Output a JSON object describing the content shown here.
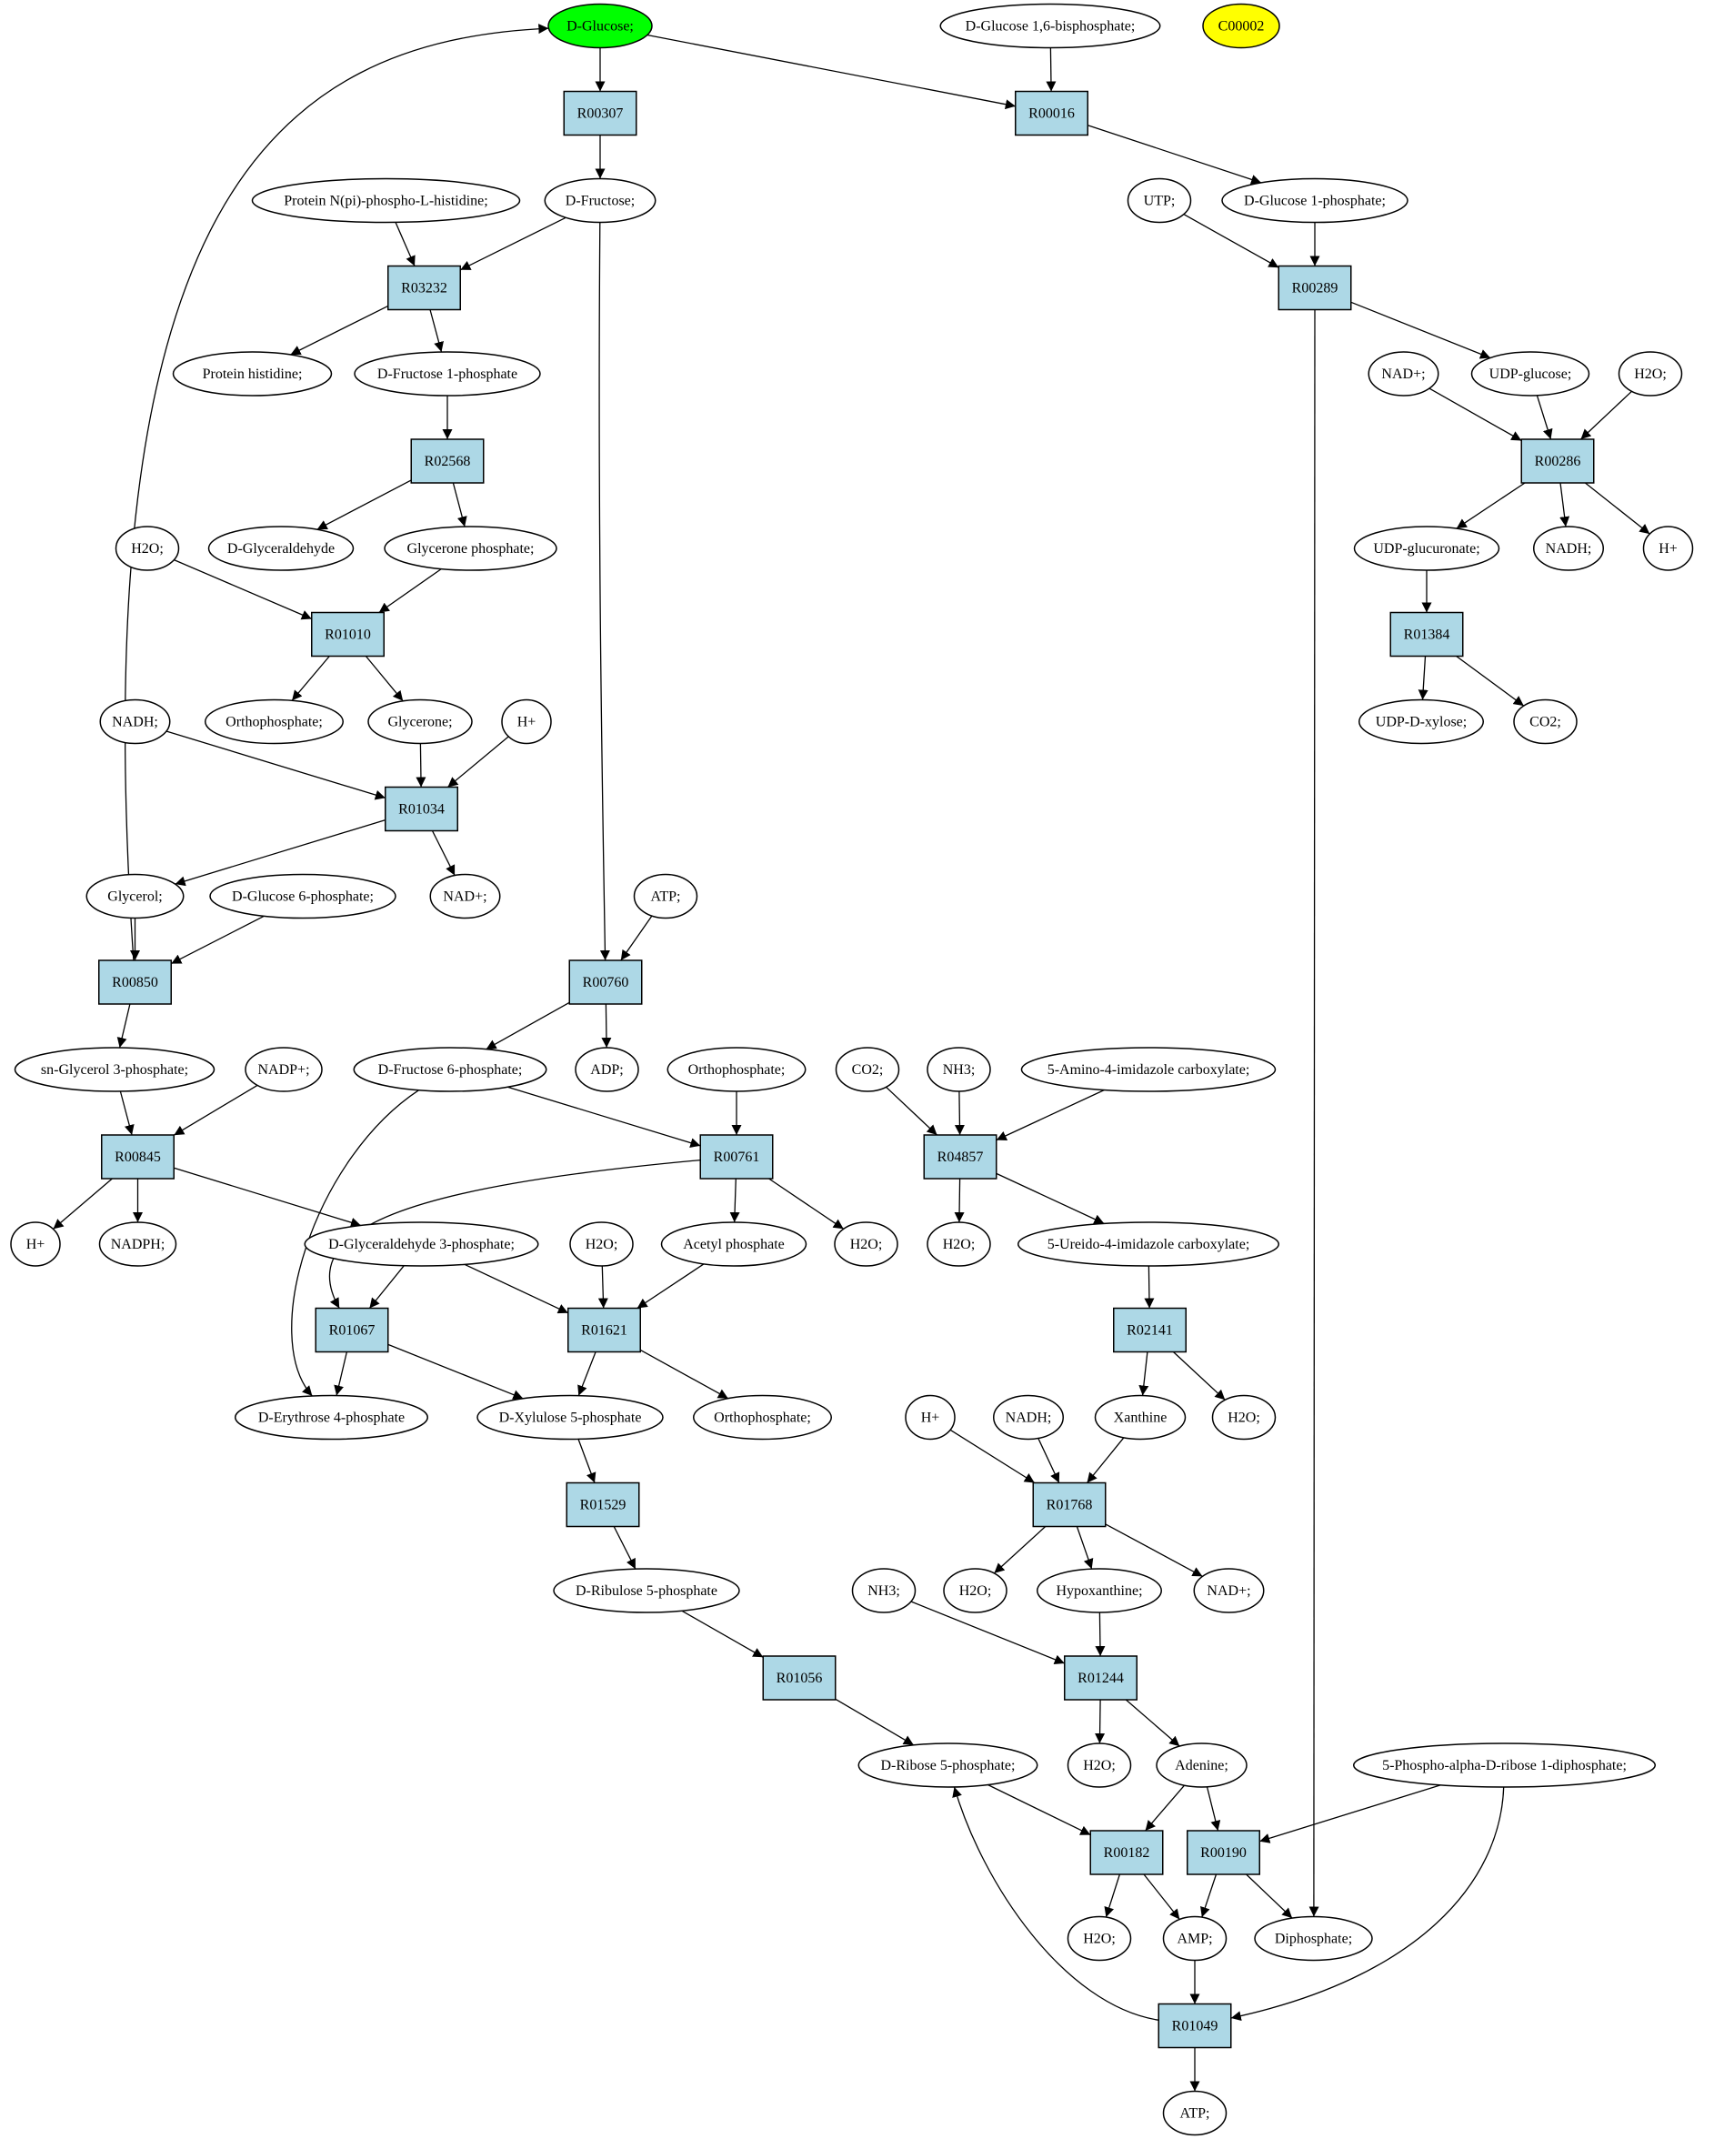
{
  "colors": {
    "source_fill": "#00ff00",
    "compound_fill": "#ffff00",
    "reaction_fill": "#add8e6",
    "metabolite_fill": "#ffffff",
    "stroke": "#000000"
  },
  "nodes": {
    "glc": {
      "label": "D-Glucose;",
      "kind": "metabolite",
      "style": "source"
    },
    "g16bp": {
      "label": "D-Glucose 1,6-bisphosphate;",
      "kind": "metabolite"
    },
    "c00002": {
      "label": "C00002",
      "kind": "metabolite",
      "style": "compound"
    },
    "r00307": {
      "label": "R00307",
      "kind": "reaction"
    },
    "r00016": {
      "label": "R00016",
      "kind": "reaction"
    },
    "fru": {
      "label": "D-Fructose;",
      "kind": "metabolite"
    },
    "protNph": {
      "label": "Protein N(pi)-phospho-L-histidine;",
      "kind": "metabolite"
    },
    "utp": {
      "label": "UTP;",
      "kind": "metabolite"
    },
    "g1p": {
      "label": "D-Glucose 1-phosphate;",
      "kind": "metabolite"
    },
    "r03232": {
      "label": "R03232",
      "kind": "reaction"
    },
    "r00289": {
      "label": "R00289",
      "kind": "reaction"
    },
    "prothis": {
      "label": "Protein histidine;",
      "kind": "metabolite"
    },
    "f1p": {
      "label": "D-Fructose 1-phosphate",
      "kind": "metabolite"
    },
    "nad_a": {
      "label": "NAD+;",
      "kind": "metabolite"
    },
    "udpglc": {
      "label": "UDP-glucose;",
      "kind": "metabolite"
    },
    "h2o_a": {
      "label": "H2O;",
      "kind": "metabolite"
    },
    "r02568": {
      "label": "R02568",
      "kind": "reaction"
    },
    "r00286": {
      "label": "R00286",
      "kind": "reaction"
    },
    "h2o_b": {
      "label": "H2O;",
      "kind": "metabolite"
    },
    "dglyald": {
      "label": "D-Glyceraldehyde",
      "kind": "metabolite"
    },
    "glycp": {
      "label": "Glycerone phosphate;",
      "kind": "metabolite"
    },
    "udpglcu": {
      "label": "UDP-glucuronate;",
      "kind": "metabolite"
    },
    "nadh_a": {
      "label": "NADH;",
      "kind": "metabolite"
    },
    "h_a": {
      "label": "H+",
      "kind": "metabolite"
    },
    "r01010": {
      "label": "R01010",
      "kind": "reaction"
    },
    "r01384": {
      "label": "R01384",
      "kind": "reaction"
    },
    "nadh_b": {
      "label": "NADH;",
      "kind": "metabolite"
    },
    "pi_a": {
      "label": "Orthophosphate;",
      "kind": "metabolite"
    },
    "glycerone": {
      "label": "Glycerone;",
      "kind": "metabolite"
    },
    "h_b": {
      "label": "H+",
      "kind": "metabolite"
    },
    "udpxyl": {
      "label": "UDP-D-xylose;",
      "kind": "metabolite"
    },
    "co2_a": {
      "label": "CO2;",
      "kind": "metabolite"
    },
    "r01034": {
      "label": "R01034",
      "kind": "reaction"
    },
    "glycerol": {
      "label": "Glycerol;",
      "kind": "metabolite"
    },
    "g6p": {
      "label": "D-Glucose 6-phosphate;",
      "kind": "metabolite"
    },
    "nad_b": {
      "label": "NAD+;",
      "kind": "metabolite"
    },
    "atp_a": {
      "label": "ATP;",
      "kind": "metabolite"
    },
    "r00850": {
      "label": "R00850",
      "kind": "reaction"
    },
    "r00760": {
      "label": "R00760",
      "kind": "reaction"
    },
    "g3p": {
      "label": "sn-Glycerol 3-phosphate;",
      "kind": "metabolite"
    },
    "nadp": {
      "label": "NADP+;",
      "kind": "metabolite"
    },
    "f6p": {
      "label": "D-Fructose 6-phosphate;",
      "kind": "metabolite"
    },
    "adp": {
      "label": "ADP;",
      "kind": "metabolite"
    },
    "pi_b": {
      "label": "Orthophosphate;",
      "kind": "metabolite"
    },
    "co2_b": {
      "label": "CO2;",
      "kind": "metabolite"
    },
    "nh3_a": {
      "label": "NH3;",
      "kind": "metabolite"
    },
    "aica": {
      "label": "5-Amino-4-imidazole carboxylate;",
      "kind": "metabolite"
    },
    "r00845": {
      "label": "R00845",
      "kind": "reaction"
    },
    "r00761": {
      "label": "R00761",
      "kind": "reaction"
    },
    "r04857": {
      "label": "R04857",
      "kind": "reaction"
    },
    "h_c": {
      "label": "H+",
      "kind": "metabolite"
    },
    "nadph": {
      "label": "NADPH;",
      "kind": "metabolite"
    },
    "gap": {
      "label": "D-Glyceraldehyde 3-phosphate;",
      "kind": "metabolite"
    },
    "h2o_c": {
      "label": "H2O;",
      "kind": "metabolite"
    },
    "acp": {
      "label": "Acetyl phosphate",
      "kind": "metabolite"
    },
    "h2o_d": {
      "label": "H2O;",
      "kind": "metabolite"
    },
    "h2o_e": {
      "label": "H2O;",
      "kind": "metabolite"
    },
    "uica": {
      "label": "5-Ureido-4-imidazole carboxylate;",
      "kind": "metabolite"
    },
    "r01067": {
      "label": "R01067",
      "kind": "reaction"
    },
    "r01621": {
      "label": "R01621",
      "kind": "reaction"
    },
    "r02141": {
      "label": "R02141",
      "kind": "reaction"
    },
    "e4p": {
      "label": "D-Erythrose 4-phosphate",
      "kind": "metabolite"
    },
    "x5p": {
      "label": "D-Xylulose 5-phosphate",
      "kind": "metabolite"
    },
    "pi_c": {
      "label": "Orthophosphate;",
      "kind": "metabolite"
    },
    "h_d": {
      "label": "H+",
      "kind": "metabolite"
    },
    "nadh_c": {
      "label": "NADH;",
      "kind": "metabolite"
    },
    "xan": {
      "label": "Xanthine",
      "kind": "metabolite"
    },
    "h2o_f": {
      "label": "H2O;",
      "kind": "metabolite"
    },
    "r01529": {
      "label": "R01529",
      "kind": "reaction"
    },
    "r01768": {
      "label": "R01768",
      "kind": "reaction"
    },
    "ru5p": {
      "label": "D-Ribulose 5-phosphate",
      "kind": "metabolite"
    },
    "nh3_b": {
      "label": "NH3;",
      "kind": "metabolite"
    },
    "h2o_g": {
      "label": "H2O;",
      "kind": "metabolite"
    },
    "hyp": {
      "label": "Hypoxanthine;",
      "kind": "metabolite"
    },
    "nad_c": {
      "label": "NAD+;",
      "kind": "metabolite"
    },
    "r01056": {
      "label": "R01056",
      "kind": "reaction"
    },
    "r01244": {
      "label": "R01244",
      "kind": "reaction"
    },
    "r5p": {
      "label": "D-Ribose 5-phosphate;",
      "kind": "metabolite"
    },
    "h2o_h": {
      "label": "H2O;",
      "kind": "metabolite"
    },
    "ade": {
      "label": "Adenine;",
      "kind": "metabolite"
    },
    "prpp": {
      "label": "5-Phospho-alpha-D-ribose 1-diphosphate;",
      "kind": "metabolite"
    },
    "r00182": {
      "label": "R00182",
      "kind": "reaction"
    },
    "r00190": {
      "label": "R00190",
      "kind": "reaction"
    },
    "h2o_i": {
      "label": "H2O;",
      "kind": "metabolite"
    },
    "amp": {
      "label": "AMP;",
      "kind": "metabolite"
    },
    "ppi": {
      "label": "Diphosphate;",
      "kind": "metabolite"
    },
    "r01049": {
      "label": "R01049",
      "kind": "reaction"
    },
    "atp_b": {
      "label": "ATP;",
      "kind": "metabolite"
    }
  },
  "edges": [
    [
      "glc",
      "r00307"
    ],
    [
      "glc",
      "r00016"
    ],
    [
      "g16bp",
      "r00016"
    ],
    [
      "r00307",
      "fru"
    ],
    [
      "r00016",
      "g1p"
    ],
    [
      "fru",
      "r03232"
    ],
    [
      "protNph",
      "r03232"
    ],
    [
      "fru",
      "r00760"
    ],
    [
      "r03232",
      "prothis"
    ],
    [
      "r03232",
      "f1p"
    ],
    [
      "utp",
      "r00289"
    ],
    [
      "g1p",
      "r00289"
    ],
    [
      "r00289",
      "udpglc"
    ],
    [
      "r00289",
      "ppi"
    ],
    [
      "f1p",
      "r02568"
    ],
    [
      "r02568",
      "dglyald"
    ],
    [
      "r02568",
      "glycp"
    ],
    [
      "nad_a",
      "r00286"
    ],
    [
      "udpglc",
      "r00286"
    ],
    [
      "h2o_a",
      "r00286"
    ],
    [
      "r00286",
      "udpglcu"
    ],
    [
      "r00286",
      "nadh_a"
    ],
    [
      "r00286",
      "h_a"
    ],
    [
      "h2o_b",
      "r01010"
    ],
    [
      "glycp",
      "r01010"
    ],
    [
      "r01010",
      "pi_a"
    ],
    [
      "r01010",
      "glycerone"
    ],
    [
      "udpglcu",
      "r01384"
    ],
    [
      "r01384",
      "udpxyl"
    ],
    [
      "r01384",
      "co2_a"
    ],
    [
      "nadh_b",
      "r01034"
    ],
    [
      "glycerone",
      "r01034"
    ],
    [
      "h_b",
      "r01034"
    ],
    [
      "r01034",
      "glycerol"
    ],
    [
      "r01034",
      "nad_b"
    ],
    [
      "glycerol",
      "r00850"
    ],
    [
      "g6p",
      "r00850"
    ],
    [
      "r00850",
      "glc"
    ],
    [
      "r00850",
      "g3p"
    ],
    [
      "atp_a",
      "r00760"
    ],
    [
      "r00760",
      "f6p"
    ],
    [
      "r00760",
      "adp"
    ],
    [
      "g3p",
      "r00845"
    ],
    [
      "nadp",
      "r00845"
    ],
    [
      "r00845",
      "h_c"
    ],
    [
      "r00845",
      "nadph"
    ],
    [
      "r00845",
      "gap"
    ],
    [
      "f6p",
      "r00761"
    ],
    [
      "pi_b",
      "r00761"
    ],
    [
      "r00761",
      "acp"
    ],
    [
      "r00761",
      "h2o_d"
    ],
    [
      "r00761",
      "r01067"
    ],
    [
      "f6p",
      "e4p"
    ],
    [
      "co2_b",
      "r04857"
    ],
    [
      "nh3_a",
      "r04857"
    ],
    [
      "aica",
      "r04857"
    ],
    [
      "r04857",
      "h2o_e"
    ],
    [
      "r04857",
      "uica"
    ],
    [
      "gap",
      "r01067"
    ],
    [
      "gap",
      "r01621"
    ],
    [
      "h2o_c",
      "r01621"
    ],
    [
      "acp",
      "r01621"
    ],
    [
      "r01067",
      "e4p"
    ],
    [
      "r01067",
      "x5p"
    ],
    [
      "r01621",
      "x5p"
    ],
    [
      "r01621",
      "pi_c"
    ],
    [
      "uica",
      "r02141"
    ],
    [
      "r02141",
      "xan"
    ],
    [
      "r02141",
      "h2o_f"
    ],
    [
      "x5p",
      "r01529"
    ],
    [
      "r01529",
      "ru5p"
    ],
    [
      "h_d",
      "r01768"
    ],
    [
      "nadh_c",
      "r01768"
    ],
    [
      "xan",
      "r01768"
    ],
    [
      "r01768",
      "h2o_g"
    ],
    [
      "r01768",
      "hyp"
    ],
    [
      "r01768",
      "nad_c"
    ],
    [
      "ru5p",
      "r01056"
    ],
    [
      "r01056",
      "r5p"
    ],
    [
      "nh3_b",
      "r01244"
    ],
    [
      "hyp",
      "r01244"
    ],
    [
      "r01244",
      "h2o_h"
    ],
    [
      "r01244",
      "ade"
    ],
    [
      "r5p",
      "r00182"
    ],
    [
      "ade",
      "r00182"
    ],
    [
      "ade",
      "r00190"
    ],
    [
      "prpp",
      "r00190"
    ],
    [
      "r00182",
      "h2o_i"
    ],
    [
      "r00182",
      "amp"
    ],
    [
      "r00190",
      "amp"
    ],
    [
      "r00190",
      "ppi"
    ],
    [
      "amp",
      "r01049"
    ],
    [
      "prpp",
      "r01049"
    ],
    [
      "r01049",
      "r5p"
    ],
    [
      "r01049",
      "atp_b"
    ]
  ]
}
